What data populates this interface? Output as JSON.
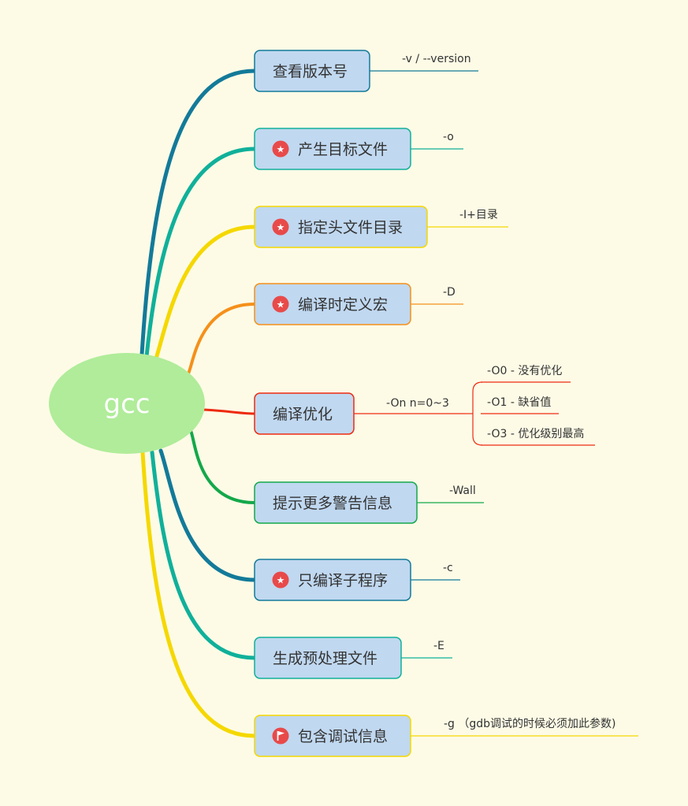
{
  "root": {
    "label": "gcc"
  },
  "colors": {
    "background": "#fdfbe6",
    "root_fill": "#b0ec9a",
    "node_fill": "#c0d8f0",
    "badge": "#e84a4a",
    "branches": [
      "#137a99",
      "#10b09a",
      "#f5d800",
      "#f5901a",
      "#ee2a10",
      "#14a84a",
      "#137a99",
      "#10b09a",
      "#f5d800"
    ]
  },
  "branches": [
    {
      "label": "查看版本号",
      "option": "-v / --version",
      "icon": null
    },
    {
      "label": "产生目标文件",
      "option": "-o",
      "icon": "star-icon"
    },
    {
      "label": "指定头文件目录",
      "option": "-I+目录",
      "icon": "star-icon"
    },
    {
      "label": "编译时定义宏",
      "option": "-D",
      "icon": "star-icon"
    },
    {
      "label": "编译优化",
      "option": "-On n=0~3",
      "icon": null,
      "sub_options": [
        "-O0 - 没有优化",
        "-O1 - 缺省值",
        "-O3 - 优化级别最高"
      ]
    },
    {
      "label": "提示更多警告信息",
      "option": "-Wall",
      "icon": null
    },
    {
      "label": "只编译子程序",
      "option": "-c",
      "icon": "star-icon"
    },
    {
      "label": "生成预处理文件",
      "option": "-E",
      "icon": null
    },
    {
      "label": "包含调试信息",
      "option": "-g （gdb调试的时候必须加此参数)",
      "icon": "flag-icon"
    }
  ]
}
